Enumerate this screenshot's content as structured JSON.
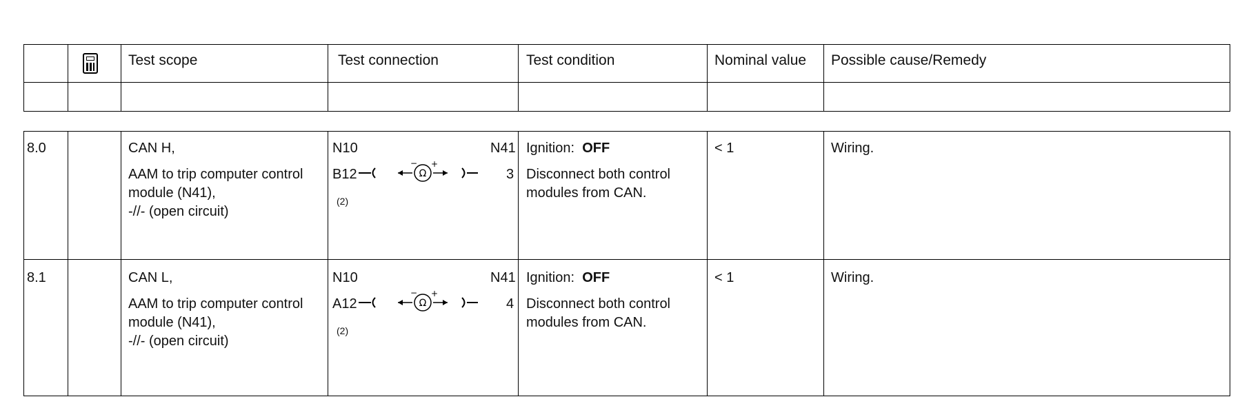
{
  "header": {
    "columns": [
      "",
      "",
      "Test scope",
      "Test connection",
      "Test condition",
      "Nominal value",
      "Possible cause/Remedy"
    ],
    "icon": "tester-device-icon"
  },
  "rows": [
    {
      "step": "8.0",
      "scope": [
        "CAN H,",
        "AAM to trip computer control",
        "module (N41),",
        "-//- (open circuit)"
      ],
      "connection": {
        "left_module": "N10",
        "right_module": "N41",
        "left_pin": "B12",
        "right_pin": "3",
        "note": "(2)"
      },
      "condition_label": "Ignition:",
      "condition_state": "OFF",
      "condition_lines": [
        "Disconnect both control",
        "modules from CAN."
      ],
      "nominal": "< 1",
      "remedy": "Wiring."
    },
    {
      "step": "8.1",
      "scope": [
        "CAN L,",
        "AAM to trip computer control",
        "module (N41),",
        "-//- (open circuit)"
      ],
      "connection": {
        "left_module": "N10",
        "right_module": "N41",
        "left_pin": "A12",
        "right_pin": "4",
        "note": "(2)"
      },
      "condition_label": "Ignition:",
      "condition_state": "OFF",
      "condition_lines": [
        "Disconnect both control",
        "modules from CAN."
      ],
      "nominal": "< 1",
      "remedy": "Wiring."
    }
  ]
}
